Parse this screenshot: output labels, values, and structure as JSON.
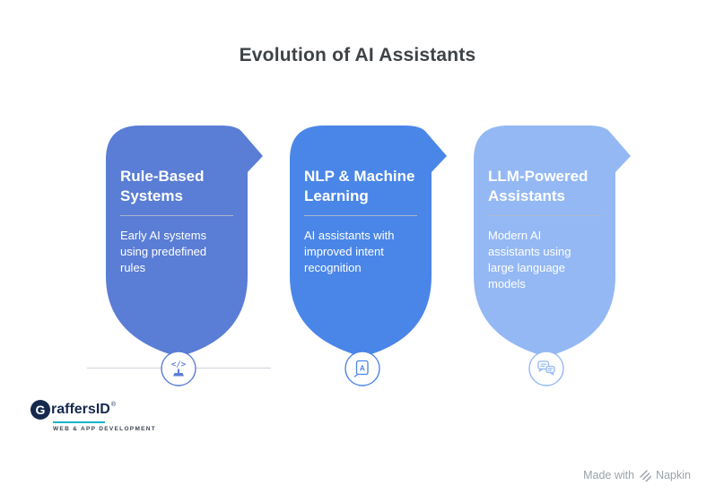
{
  "page": {
    "title": "Evolution of AI Assistants",
    "background": "#ffffff"
  },
  "cards": [
    {
      "title": "Rule-Based Systems",
      "description": "Early AI systems using predefined rules",
      "color": "#5a7dd5",
      "icon": "code-podium-icon"
    },
    {
      "title": "NLP & Machine Learning",
      "description": "AI assistants with improved intent recognition",
      "color": "#4a86e8",
      "icon": "document-a-icon"
    },
    {
      "title": "LLM-Powered Assistants",
      "description": "Modern AI assistants using large language models",
      "color": "#94b8f4",
      "icon": "chat-bubbles-icon"
    }
  ],
  "branding": {
    "logo_g": "G",
    "logo_text": "raffers",
    "logo_suffix": "ID",
    "logo_mark": "®",
    "tagline": "WEB & APP DEVELOPMENT",
    "accent_color": "#12b5c9",
    "navy_color": "#16284e"
  },
  "credit": {
    "prefix": "Made with",
    "brand": "Napkin"
  }
}
